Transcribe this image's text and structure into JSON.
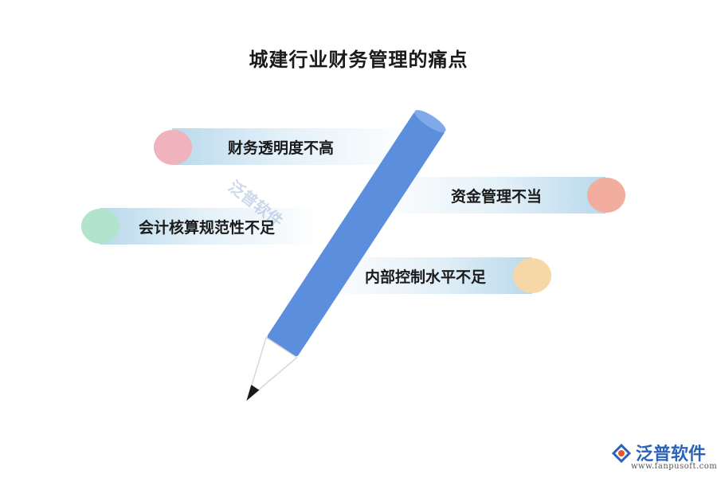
{
  "title": "城建行业财务管理的痛点",
  "items": [
    {
      "label": "财务透明度不高",
      "color": "#f0b2bd"
    },
    {
      "label": "资金管理不当",
      "color": "#f2ad9e"
    },
    {
      "label": "会计核算规范性不足",
      "color": "#b2e3cc"
    },
    {
      "label": "内部控制水平不足",
      "color": "#f6d8a8"
    }
  ],
  "pencil": {
    "body_color": "#5b8fde",
    "cap_color": "#7fa9e8",
    "tip_color": "#1a1a1a"
  },
  "logo": {
    "name": "泛普软件",
    "url": "www.fanpusoft.com",
    "color": "#2b63b8"
  }
}
